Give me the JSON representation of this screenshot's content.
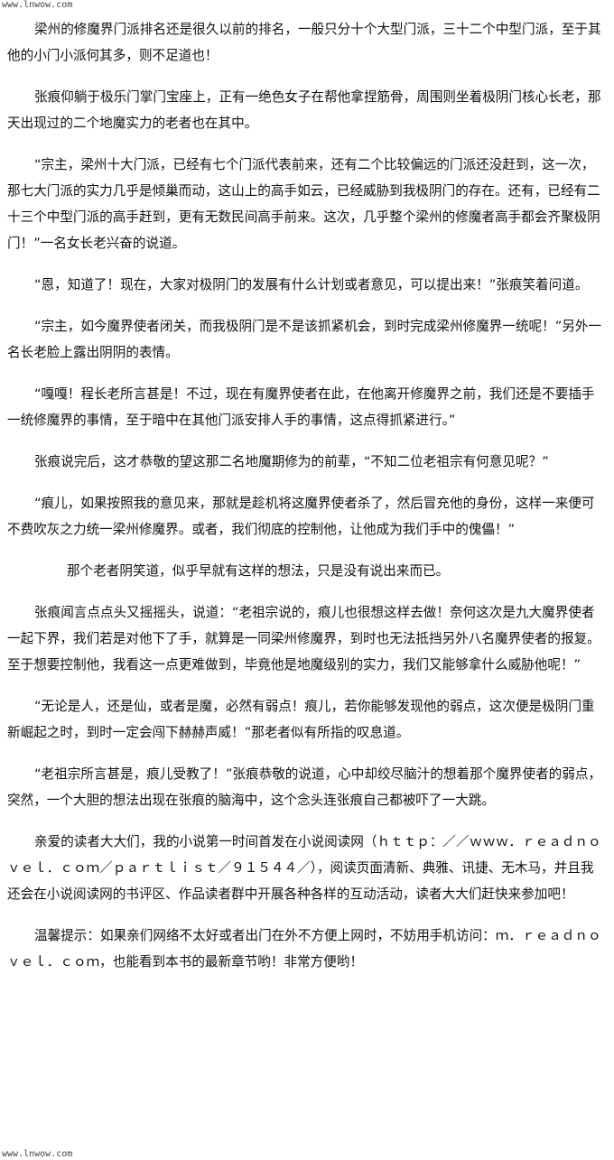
{
  "watermark": {
    "top": "www.lnwow.com",
    "bottom": "www.lnwow.com"
  },
  "paragraphs": [
    "梁州的修魔界门派排名还是很久以前的排名，一般只分十个大型门派，三十二个中型门派，至于其他的小门小派何其多，则不足道也！",
    "张痕仰躺于极乐门掌门宝座上，正有一绝色女子在帮他拿捏筋骨，周围则坐着极阴门核心长老，那天出现过的二个地魔实力的老者也在其中。",
    "“宗主，梁州十大门派，已经有七个门派代表前来，还有二个比较偏远的门派还没赶到，这一次，那七大门派的实力几乎是倾巢而动，这山上的高手如云，已经威胁到我极阴门的存在。还有，已经有二十三个中型门派的高手赶到，更有无数民间高手前来。这次，几乎整个梁州的修魔者高手都会齐聚极阴门！”一名女长老兴奋的说道。",
    "“恩，知道了！现在，大家对极阴门的发展有什么计划或者意见，可以提出来！”张痕笑着问道。",
    "“宗主，如今魔界使者闭关，而我极阴门是不是该抓紧机会，到时完成梁州修魔界一统呢！”另外一名长老脸上露出阴阴的表情。",
    "“嘎嘎！程长老所言甚是！不过，现在有魔界使者在此，在他离开修魔界之前，我们还是不要插手一统修魔界的事情，至于暗中在其他门派安排人手的事情，这点得抓紧进行。”",
    "张痕说完后，这才恭敬的望这那二名地魔期修为的前辈，“不知二位老祖宗有何意见呢？”",
    "“痕儿，如果按照我的意见来，那就是趁机将这魔界使者杀了，然后冒充他的身份，这样一来便可不费吹灰之力统一梁州修魔界。或者，我们彻底的控制他，让他成为我们手中的傀儡！”",
    "那个老者阴笑道，似乎早就有这样的想法，只是没有说出来而已。",
    "张痕闻言点点头又摇摇头，说道：“老祖宗说的，痕儿也很想这样去做！奈何这次是九大魔界使者一起下界，我们若是对他下了手，就算是一同梁州修魔界，到时也无法抵挡另外八名魔界使者的报复。至于想要控制他，我看这一点更难做到，毕竟他是地魔级别的实力，我们又能够拿什么威胁他呢！”",
    "“无论是人，还是仙，或者是魔，必然有弱点！痕儿，若你能够发现他的弱点，这次便是极阴门重新崛起之时，到时一定会闯下赫赫声威！”那老者似有所指的叹息道。",
    "“老祖宗所言甚是，痕儿受教了！”张痕恭敬的说道，心中却绞尽脑汁的想着那个魔界使者的弱点，突然，一个大胆的想法出现在张痕的脑海中，这个念头连张痕自己都被吓了一大跳。",
    "亲爱的读者大大们，我的小说第一时间首发在小说阅读网（ｈｔｔｐ：／／ｗｗｗ．ｒｅａｄｎｏｖｅｌ．ｃｏｍ／ｐａｒｔｌｉｓｔ／９１５４４／），阅读页面清新、典雅、讯捷、无木马，并且我还会在小说阅读网的书评区、作品读者群中开展各种各样的互动活动，读者大大们赶快来参加吧！",
    "温馨提示：如果亲们网络不太好或者出门在外不方便上网时，不妨用手机访问：ｍ．ｒｅａｄｎｏｖｅｌ．ｃｏｍ，也能看到本书的最新章节哟！非常方便哟！"
  ]
}
